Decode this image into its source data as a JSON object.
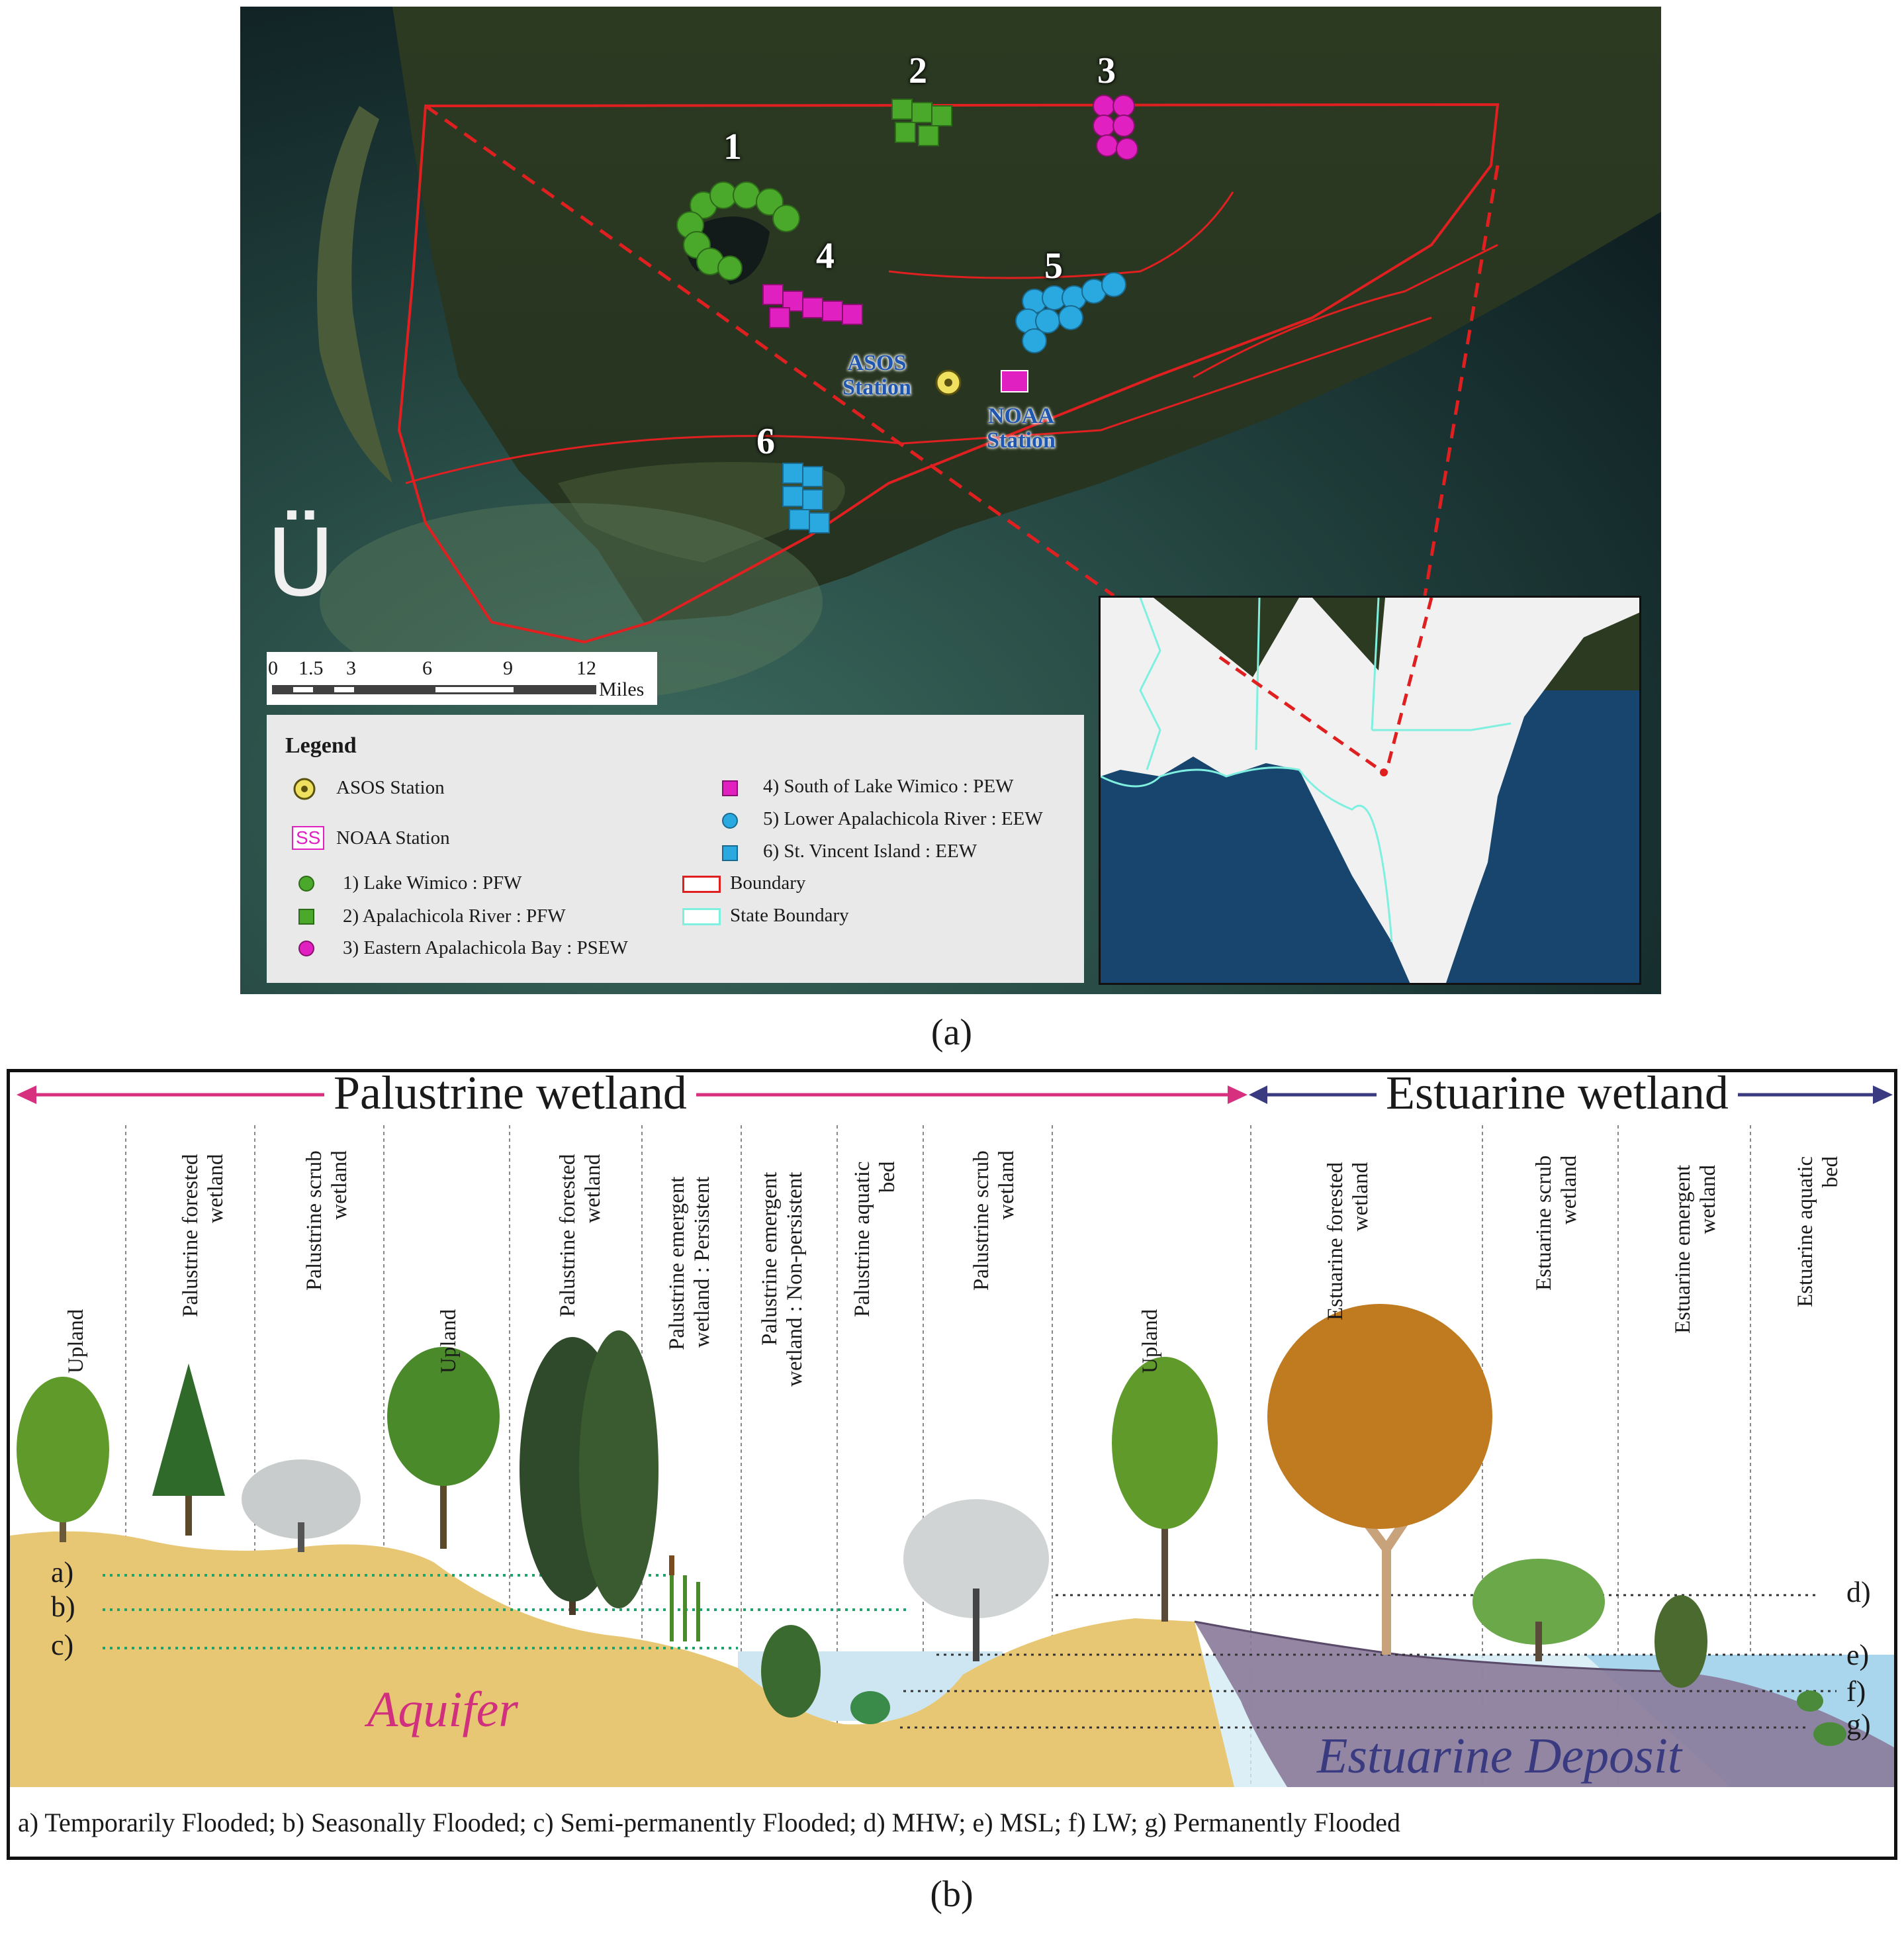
{
  "panel_a": {
    "caption": "(a)",
    "north_symbol": "Ü",
    "site_numbers": [
      "1",
      "2",
      "3",
      "4",
      "5",
      "6"
    ],
    "asos_label": [
      "ASOS",
      "Station"
    ],
    "noaa_label": [
      "NOAA",
      "Station"
    ],
    "noaa_symbol": "SS",
    "scale_bar": {
      "ticks": [
        "0",
        "1.5",
        "3",
        "6",
        "9",
        "12"
      ],
      "unit": "Miles"
    },
    "legend": {
      "title": "Legend",
      "items": [
        {
          "label": "ASOS Station",
          "icon": "asos-icon",
          "color": "#f0e060"
        },
        {
          "label": "NOAA Station",
          "icon": "noaa-icon",
          "color": "#e020c0"
        },
        {
          "label": "1) Lake Wimico : PFW",
          "icon": "circle",
          "color": "#4aa82a"
        },
        {
          "label": "2) Apalachicola River : PFW",
          "icon": "square",
          "color": "#4aa82a"
        },
        {
          "label": "3) Eastern Apalachicola Bay : PSEW",
          "icon": "circle",
          "color": "#e020c0"
        },
        {
          "label": "4) South of Lake Wimico : PEW",
          "icon": "square",
          "color": "#e020c0"
        },
        {
          "label": "5) Lower Apalachicola River : EEW",
          "icon": "circle",
          "color": "#2aa8e0"
        },
        {
          "label": "6) St. Vincent Island : EEW",
          "icon": "square",
          "color": "#2aa8e0"
        },
        {
          "label": "Boundary",
          "icon": "boundary-swatch",
          "color": "#e02020"
        },
        {
          "label": "State Boundary",
          "icon": "state-boundary-swatch",
          "color": "#7ff0e0"
        }
      ]
    }
  },
  "panel_b": {
    "caption": "(b)",
    "palustrine_header": "Palustrine wetland",
    "estuarine_header": "Estuarine wetland",
    "zones": [
      [
        "Upland"
      ],
      [
        "Palustrine forested",
        "wetland"
      ],
      [
        "Palustrine scrub",
        "wetland"
      ],
      [
        "Upland"
      ],
      [
        "Palustrine forested",
        "wetland"
      ],
      [
        "Palustrine emergent",
        "wetland : Persistent"
      ],
      [
        "Palustrine emergent",
        "wetland : Non-persistent"
      ],
      [
        "Palustrine aquatic",
        "bed"
      ],
      [
        "Palustrine scrub",
        "wetland"
      ],
      [
        "Upland"
      ],
      [
        "Estuarine forested",
        "wetland"
      ],
      [
        "Estuarine scrub",
        "wetland"
      ],
      [
        "Estuarine emergent",
        "wetland"
      ],
      [
        "Estuarine aquatic",
        "bed"
      ]
    ],
    "left_levels": [
      "a)",
      "b)",
      "c)"
    ],
    "right_levels": [
      "d)",
      "e)",
      "f)",
      "g)"
    ],
    "aquifer_label": "Aquifer",
    "deposit_label": "Estuarine Deposit",
    "footnote": "a) Temporarily Flooded; b) Seasonally Flooded; c) Semi-permanently Flooded; d) MHW; e) MSL; f) LW; g) Permanently Flooded"
  }
}
